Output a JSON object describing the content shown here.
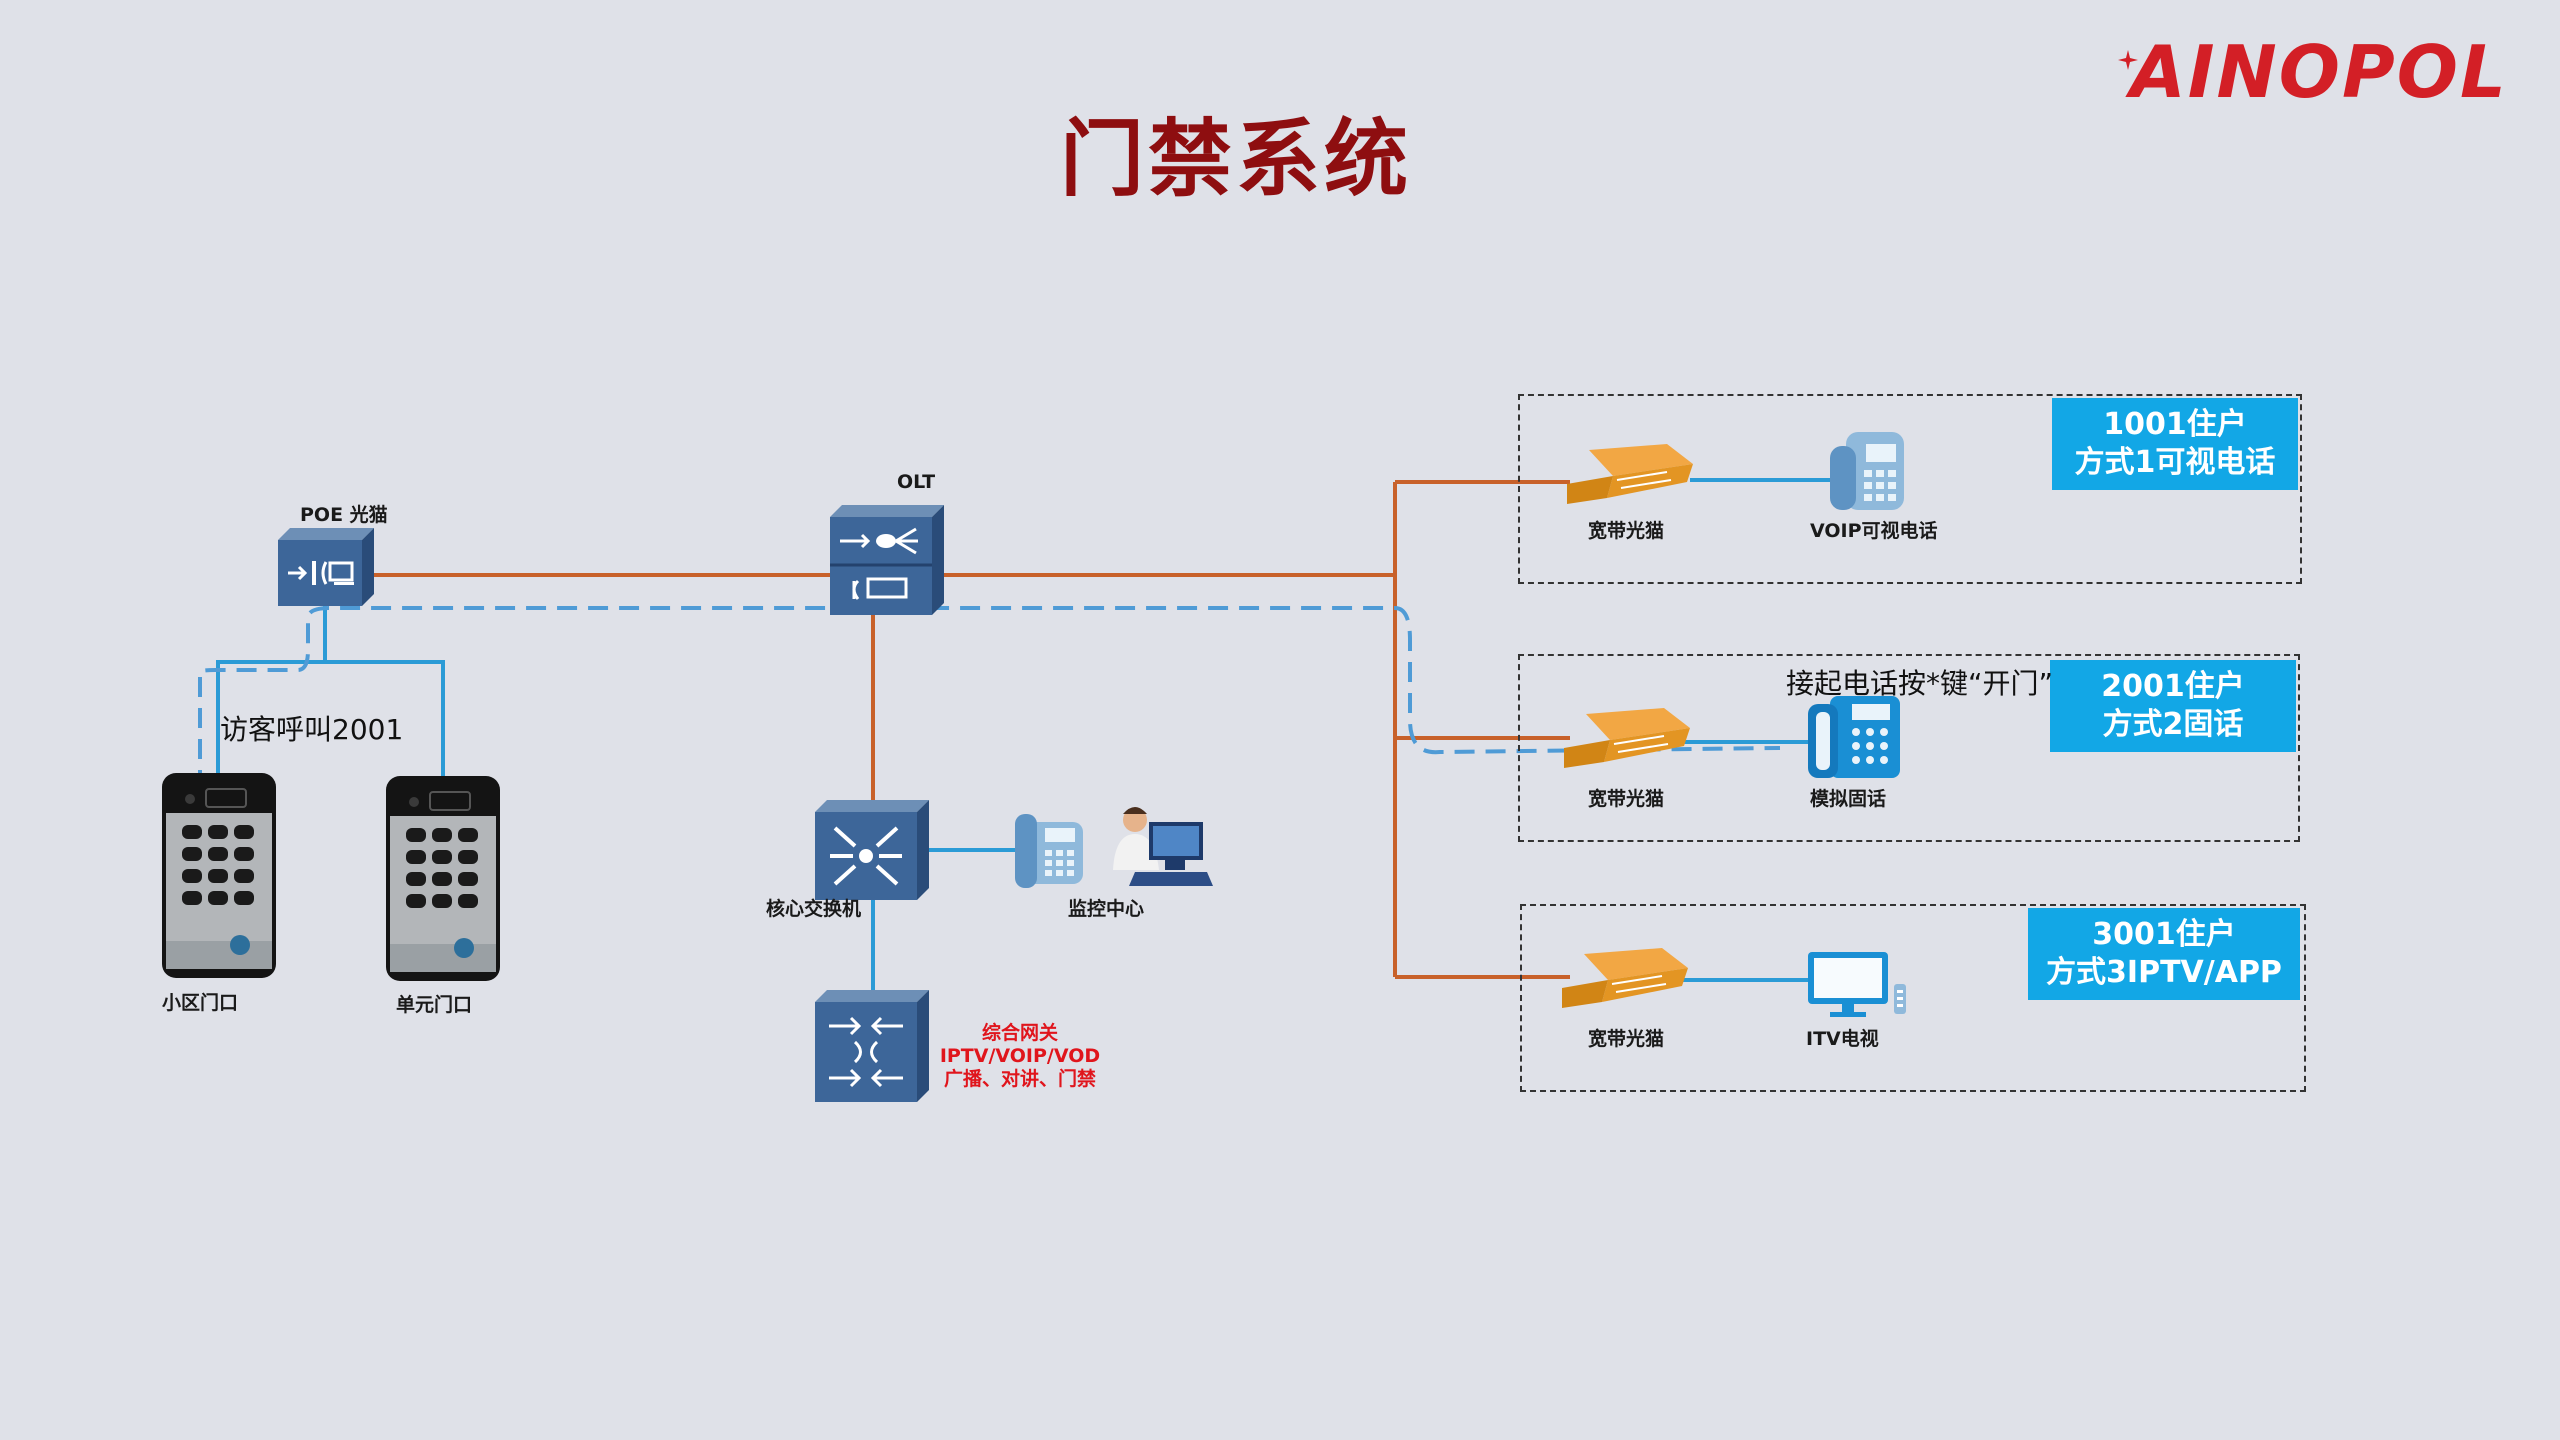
{
  "title": "门禁系统",
  "logo": "AINOPOL",
  "nodes": {
    "poe": "POE 光猫",
    "olt": "OLT",
    "core_switch": "核心交换机",
    "monitor_center": "监控中心",
    "gateway": [
      "综合网关",
      "IPTV/VOIP/VOD",
      "广播、对讲、门禁"
    ],
    "visitor_call": "访客呼叫2001",
    "door_community": "小区门口",
    "door_unit": "单元门口",
    "modem1": "宽带光猫",
    "phone1": "VOIP可视电话",
    "modem2": "宽带光猫",
    "phone2": "模拟固话",
    "modem3": "宽带光猫",
    "tv3": "ITV电视",
    "open_hint": "接起电话按*键“开门”"
  },
  "households": [
    {
      "line1": "1001住户",
      "line2": "方式1可视电话"
    },
    {
      "line1": "2001住户",
      "line2": "方式2固话"
    },
    {
      "line1": "3001住户",
      "line2": "方式3IPTV/APP"
    }
  ],
  "colors": {
    "title": "#8e0e10",
    "logo": "#d31f26",
    "fiber": "#c8612a",
    "lan": "#2b9bd6",
    "badge": "#12a7e6",
    "gateway_text": "#e0151c"
  }
}
